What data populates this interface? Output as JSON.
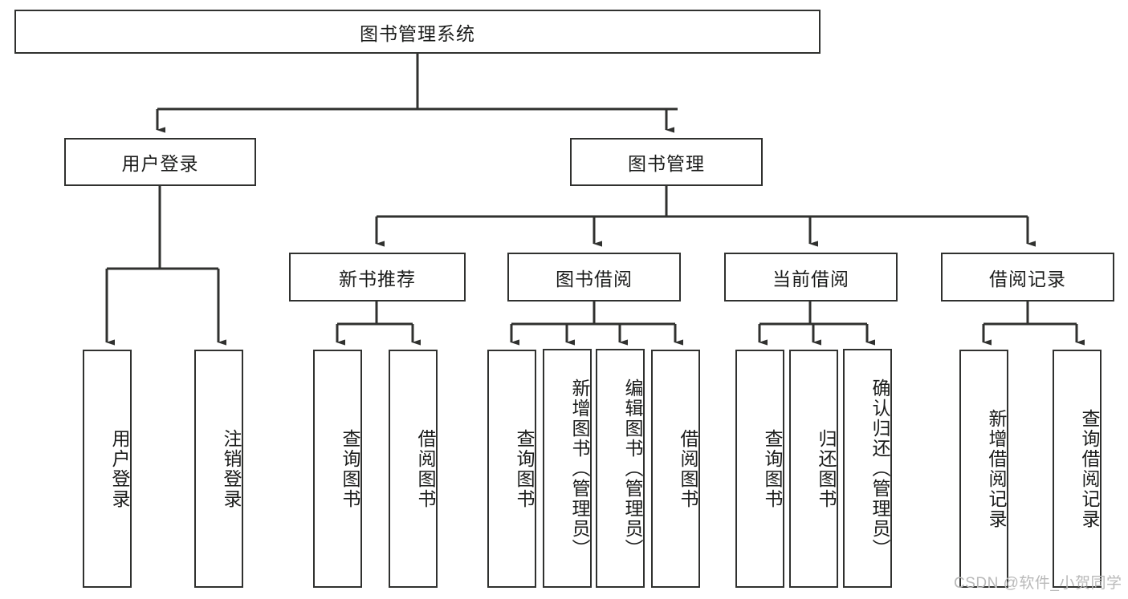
{
  "diagram": {
    "type": "tree-hierarchy",
    "title": "图书管理系统",
    "stroke_color": "#30312f",
    "background_color": "#ffffff",
    "text_color": "#1b1c1b"
  },
  "root": {
    "label": "图书管理系统"
  },
  "level2": [
    {
      "label": "用户登录"
    },
    {
      "label": "图书管理"
    }
  ],
  "level3": [
    {
      "label": "新书推荐"
    },
    {
      "label": "图书借阅"
    },
    {
      "label": "当前借阅"
    },
    {
      "label": "借阅记录"
    }
  ],
  "leaves": {
    "user_login": [
      {
        "label": "用户登录"
      },
      {
        "label": "注销登录"
      }
    ],
    "new_book_recommend": [
      {
        "label": "查询图书"
      },
      {
        "label": "借阅图书"
      }
    ],
    "book_borrow": [
      {
        "label": "查询图书"
      },
      {
        "label": "新增图书（管理员）"
      },
      {
        "label": "编辑图书（管理员）"
      },
      {
        "label": "借阅图书"
      }
    ],
    "current_borrow": [
      {
        "label": "查询图书"
      },
      {
        "label": "归还图书"
      },
      {
        "label": "确认归还（管理员）"
      }
    ],
    "borrow_record": [
      {
        "label": "新增借阅记录"
      },
      {
        "label": "查询借阅记录"
      }
    ]
  },
  "watermark": {
    "text": "CSDN @软件_小贺同学"
  }
}
